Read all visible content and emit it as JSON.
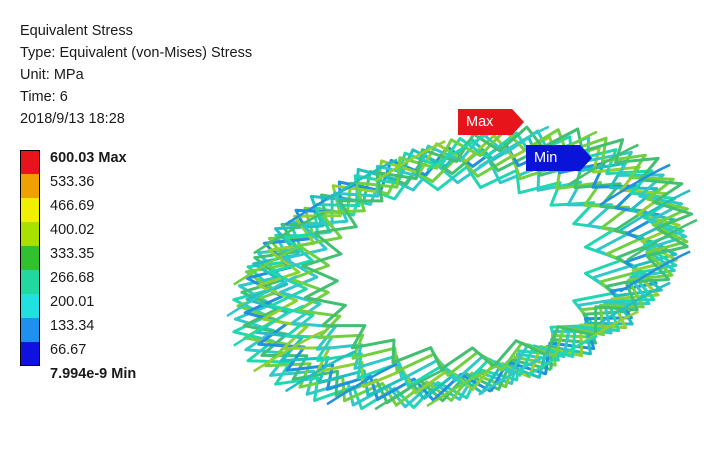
{
  "info": {
    "title": "Equivalent Stress",
    "type_line": "Type: Equivalent (von-Mises) Stress",
    "unit_line": "Unit: MPa",
    "time_line": "Time: 6",
    "date_line": "2018/9/13 18:28"
  },
  "legend": {
    "colors": [
      "#e8141c",
      "#f0a000",
      "#f0f000",
      "#a8e000",
      "#30c030",
      "#20d8a0",
      "#20e0e0",
      "#2090f0",
      "#1010e0"
    ],
    "labels": [
      "600.03 Max",
      "533.36",
      "466.69",
      "400.02",
      "333.35",
      "266.68",
      "200.01",
      "133.34",
      "66.67",
      "7.994e-9 Min"
    ]
  },
  "probes": {
    "max_label": "Max",
    "min_label": "Min",
    "max_color": "#e8141c",
    "min_color": "#0a14d8"
  },
  "model": {
    "strut_colors": [
      "#20d8b0",
      "#30c8c8",
      "#70d040",
      "#40c070",
      "#2090e0",
      "#20c0c0",
      "#90d030"
    ]
  }
}
